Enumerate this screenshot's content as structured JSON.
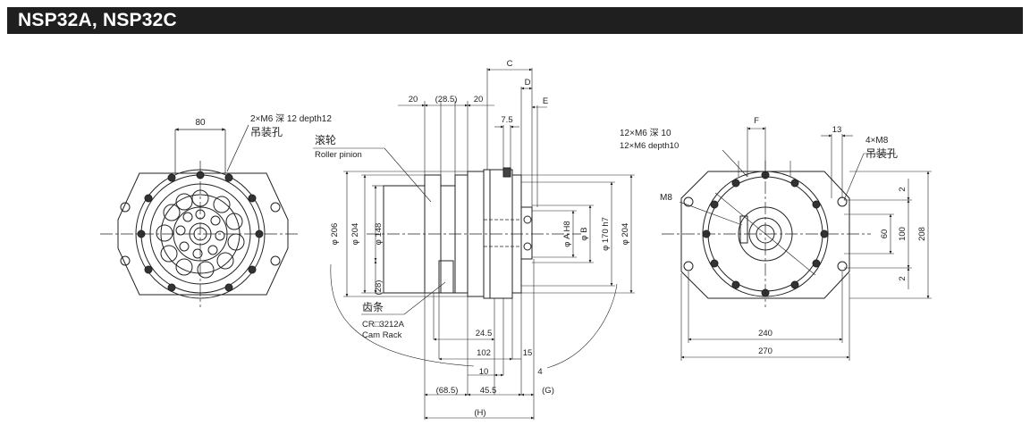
{
  "title": "NSP32A, NSP32C",
  "colors": {
    "title_bar": "#1f1f1f",
    "title_text": "#ffffff",
    "line": "#222222"
  },
  "left_view": {
    "dim_80": "80",
    "callout_en": "2×M6 深 12 depth12",
    "callout_cn": "吊装孔"
  },
  "center_view": {
    "top_dims": {
      "d20_left": "20",
      "d28_5": "(28.5)",
      "d20_right": "20",
      "c": "C",
      "d": "D",
      "e": "E",
      "d7_5": "7.5"
    },
    "roller_cn": "滚轮",
    "roller_en": "Roller pinion",
    "rack_cn": "齿条",
    "rack_part": "CR□3212A",
    "rack_en": "Cam Rack",
    "dia_206": "φ 206",
    "dia_204_left": "φ 204",
    "dia_148": "φ 148",
    "d28": "(28)",
    "dia_a": "φ A H8",
    "dia_b": "φ B",
    "dia_170": "φ 170 h7",
    "dia_204_right": "φ 204",
    "bottom_dims": {
      "d24_5": "24.5",
      "d102": "102",
      "d15": "15",
      "d10": "10",
      "d4": "4",
      "d68_5": "(68.5)",
      "d45_5": "45.5",
      "g": "(G)",
      "h": "(H)"
    }
  },
  "right_view": {
    "callout_line1": "12×M6 深 10",
    "callout_line2": "12×M6 depth10",
    "f": "F",
    "d13": "13",
    "callout_m8": "4×M8",
    "callout_m8_cn": "吊装孔",
    "m8": "M8",
    "d2_top": "2",
    "d60": "60",
    "d100": "100",
    "d208": "208",
    "d2_bottom": "2",
    "d240": "240",
    "d270": "270"
  }
}
